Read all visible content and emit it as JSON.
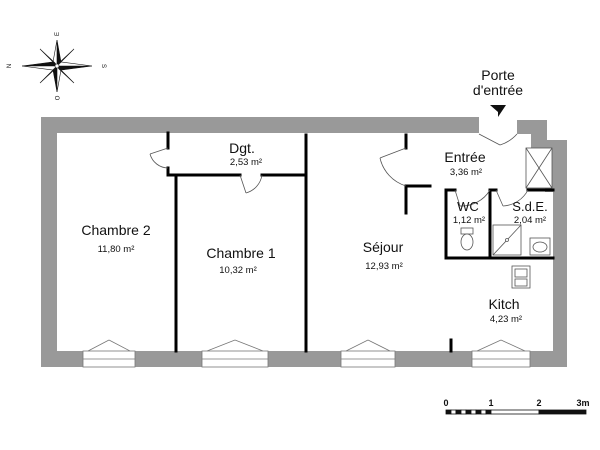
{
  "compass": {
    "north": "N",
    "south": "S",
    "east": "E",
    "west": "O"
  },
  "entrance_label": {
    "line1": "Porte",
    "line2": "d'entrée"
  },
  "rooms": [
    {
      "id": "chambre2",
      "name": "Chambre 2",
      "area": "11,80 m²"
    },
    {
      "id": "dgt",
      "name": "Dgt.",
      "area": "2,53 m²"
    },
    {
      "id": "chambre1",
      "name": "Chambre 1",
      "area": "10,32 m²"
    },
    {
      "id": "sejour",
      "name": "Séjour",
      "area": "12,93 m²"
    },
    {
      "id": "entree",
      "name": "Entrée",
      "area": "3,36 m²"
    },
    {
      "id": "wc",
      "name": "WC",
      "area": "1,12 m²"
    },
    {
      "id": "sde",
      "name": "S.d.E.",
      "area": "2,04 m²"
    },
    {
      "id": "kitch",
      "name": "Kitch",
      "area": "4,23 m²"
    }
  ],
  "scale_bar": {
    "ticks": [
      "0",
      "1",
      "2",
      "3m"
    ]
  }
}
